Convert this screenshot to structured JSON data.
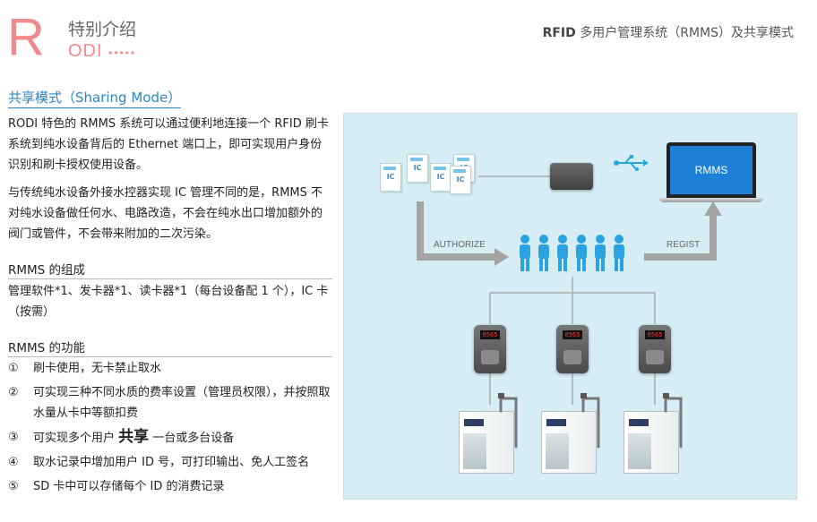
{
  "header": {
    "logo_letter": "R",
    "logo_title": "特别介绍",
    "logo_sub": "ODI",
    "logo_dots": "•••••",
    "right_bold": "RFID",
    "right_text": " 多用户管理系统（RMMS）及共享模式"
  },
  "section": {
    "title": "共享模式（Sharing Mode）",
    "intro_1": "RODI 特色的 RMMS 系统可以通过便利地连接一个 RFID 刷卡系统到纯水设备背后的 Ethernet 端口上，即可实现用户身份识别和刷卡授权使用设备。",
    "intro_2": "与传统纯水设备外接水控器实现 IC 管理不同的是，RMMS 不对纯水设备做任何水、电路改造，不会在纯水出口增加额外的阀门或管件，不会带来附加的二次污染。"
  },
  "composition": {
    "heading": "RMMS 的组成",
    "text": "管理软件*1、发卡器*1、读卡器*1（每台设备配 1 个），IC 卡（按需）"
  },
  "features": {
    "heading": "RMMS 的功能",
    "items": [
      {
        "num": "①",
        "text": "刷卡使用，无卡禁止取水"
      },
      {
        "num": "②",
        "text": "可实现三种不同水质的费率设置（管理员权限），并按照取水量从卡中等额扣费"
      },
      {
        "num": "③",
        "pre": "可实现多个用户 ",
        "bold": "共享",
        "post": " 一台或多台设备"
      },
      {
        "num": "④",
        "text": "取水记录中增加用户 ID 号，可打印输出、免人工签名"
      },
      {
        "num": "⑤",
        "text": "SD 卡中可以存储每个 ID 的消费记录"
      }
    ]
  },
  "diagram": {
    "card_label": "IC",
    "laptop_label": "RMMS",
    "authorize_label": "AUTHORIZE",
    "regist_label": "REGIST",
    "device_display": "8565",
    "users_count": 6,
    "readers_count": 3,
    "colors": {
      "background": "#d6edf6",
      "arrow": "#a3a3a3",
      "user": "#2aa3e0",
      "screen": "#1e7fd6"
    },
    "icons": [
      "ic-card-icon",
      "card-reader-icon",
      "usb-icon",
      "laptop-icon",
      "user-icon",
      "wall-reader-icon",
      "water-purifier-icon"
    ]
  }
}
